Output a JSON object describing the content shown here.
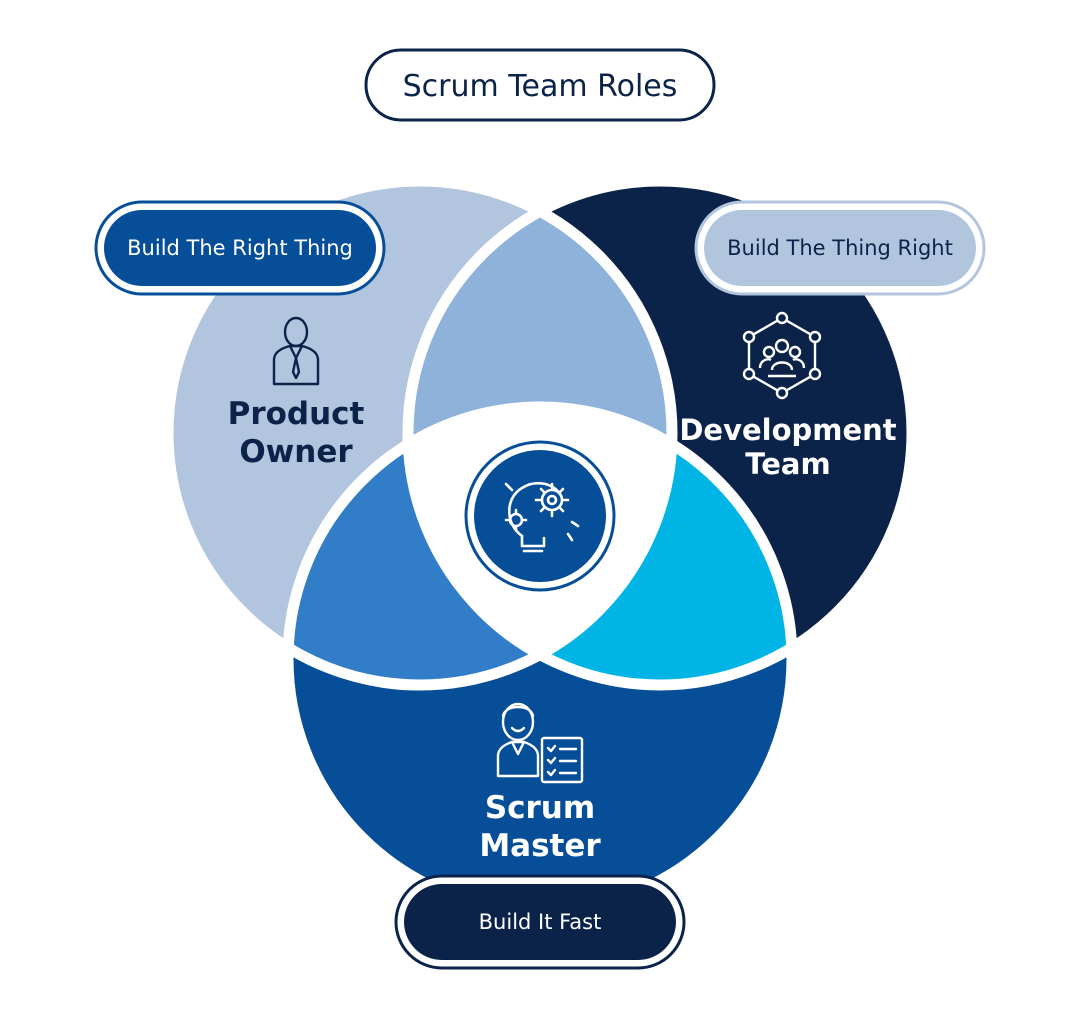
{
  "title": "Scrum Team Roles",
  "roles": {
    "product_owner": {
      "line1": "Product",
      "line2": "Owner",
      "tagline": "Build The Right Thing",
      "icon": "businessman-icon"
    },
    "development_team": {
      "line1": "Development",
      "line2": "Team",
      "tagline": "Build The Thing Right",
      "icon": "team-network-icon"
    },
    "scrum_master": {
      "line1": "Scrum",
      "line2": "Master",
      "tagline": "Build It Fast",
      "icon": "manager-checklist-icon"
    }
  },
  "center": {
    "icon": "lightbulb-gears-icon"
  },
  "colors": {
    "navy": "#0b2349",
    "light_blue": "#b1c6de",
    "mid_blue": "#8eb2da",
    "royal_blue": "#064f98",
    "medium_blue": "#327dc7",
    "cyan": "#00b5e5",
    "white": "#ffffff"
  }
}
